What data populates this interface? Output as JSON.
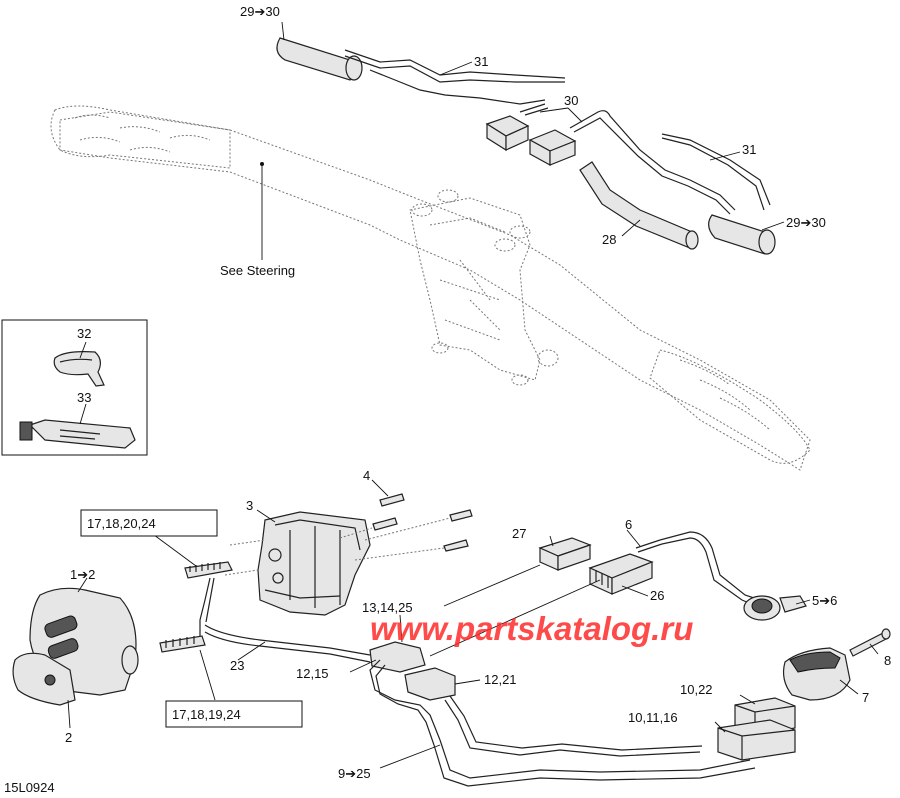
{
  "diagram_code": "15L0924",
  "watermark": "www.partskatalog.ru",
  "callouts": {
    "c1": "29➔30",
    "c2": "31",
    "c3": "30",
    "c4": "31",
    "c5": "28",
    "c6": "29➔30",
    "c7": "See Steering",
    "c8": "32",
    "c9": "33",
    "c10": "4",
    "c11": "3",
    "c12": "17,18,20,24",
    "c13": "1➔2",
    "c14": "2",
    "c15": "27",
    "c16": "6",
    "c17": "26",
    "c18": "5➔6",
    "c19": "13,14,25",
    "c20": "12,15",
    "c21": "12,21",
    "c22": "23",
    "c23": "17,18,19,24",
    "c24": "8",
    "c25": "7",
    "c26": "10,22",
    "c27": "10,11,16",
    "c28": "9➔25"
  },
  "colors": {
    "watermark": "#ff2a2a",
    "line": "#222222"
  }
}
